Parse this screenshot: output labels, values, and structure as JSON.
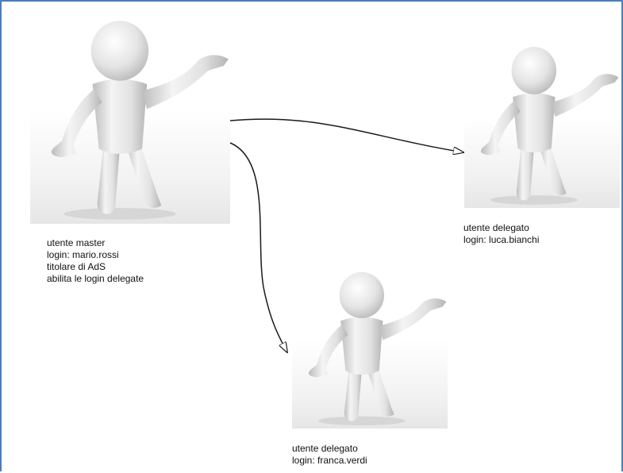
{
  "colors": {
    "frame_border": "#4a7ebb",
    "figure": "#dcdcdc",
    "arrow": "#1a1a1a"
  },
  "icons": [
    "person-3d-figure-icon",
    "arrow-head-icon"
  ],
  "master": {
    "role": "utente master",
    "login": "login: mario.rossi",
    "title": "titolare di AdS",
    "action": "abilita le login delegate"
  },
  "delegate_1": {
    "role": "utente delegato",
    "login": "login: luca.bianchi"
  },
  "delegate_2": {
    "role": "utente delegato",
    "login": "login: franca.verdi"
  }
}
